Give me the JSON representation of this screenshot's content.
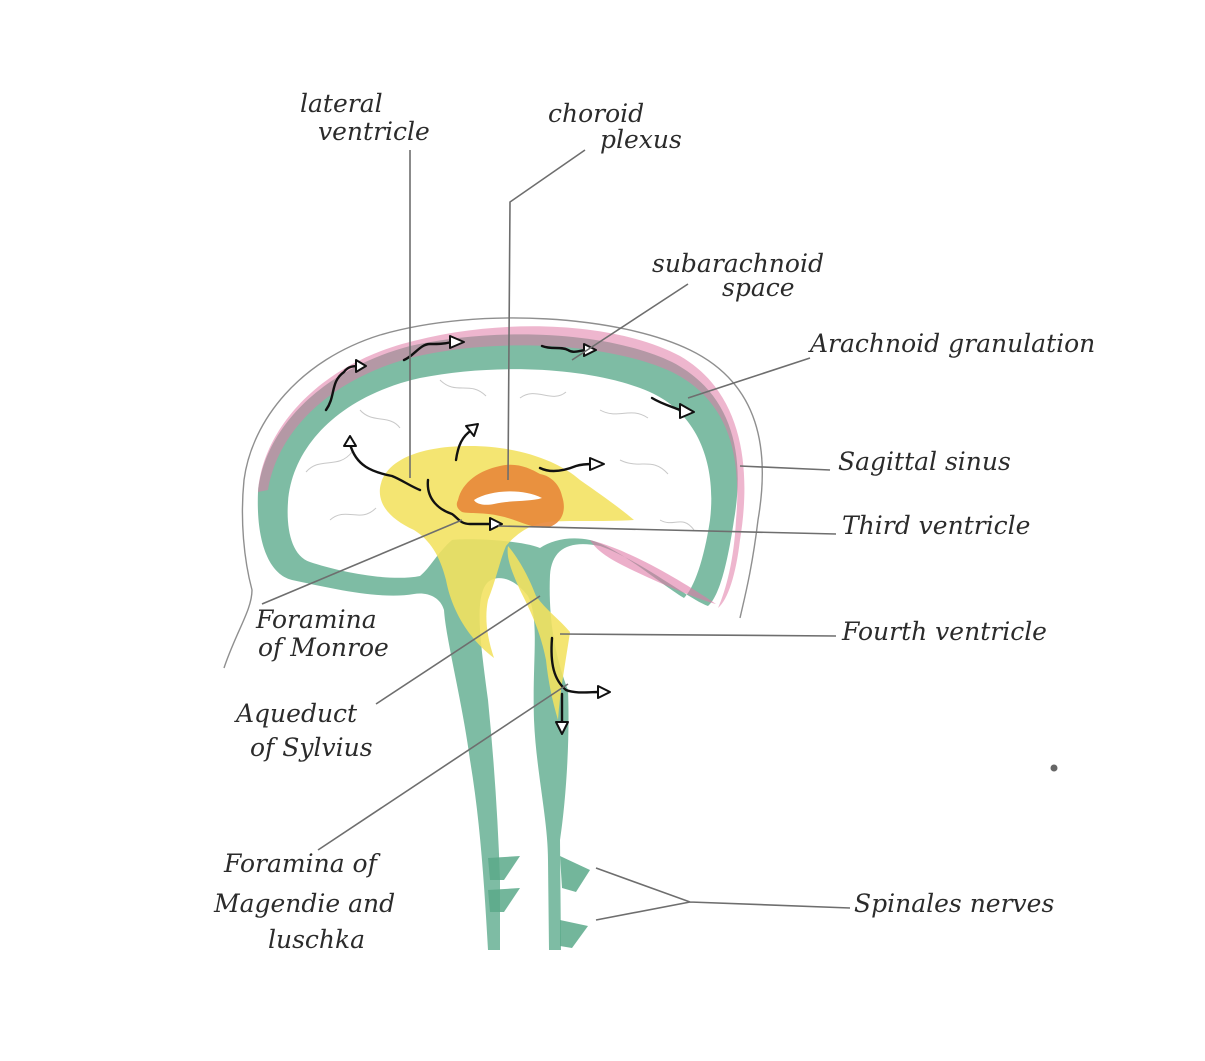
{
  "labels": {
    "lateral_ventricle": [
      "lateral",
      "ventricle"
    ],
    "choroid_plexus": [
      "choroid",
      "plexus"
    ],
    "subarachnoid_space": [
      "subarachnoid",
      "space"
    ],
    "arachnoid_granulation": "Arachnoid granulation",
    "sagittal_sinus": "Sagittal sinus",
    "third_ventricle": "Third ventricle",
    "fourth_ventricle": "Fourth ventricle",
    "foramina_of_monroe": [
      "Foramina",
      "of Monroe"
    ],
    "aqueduct_of_sylvius": [
      "Aqueduct",
      "of Sylvius"
    ],
    "foramina_magendie_luschka": [
      "Foramina of",
      "Magendie and",
      "luschka"
    ],
    "spinales_nerves": "Spinales nerves"
  },
  "colors": {
    "subarachnoid_green": "#5aa98a",
    "sinus_pink": "#e07aa6",
    "ventricle_yellow": "#f3e15f",
    "choroid_orange": "#e8873a",
    "head_outline": "#8f8f8f",
    "leader_line": "#6e6e6e",
    "arrow": "#111111"
  },
  "icons": {
    "flow_arrow": "csf-flow-arrow"
  }
}
